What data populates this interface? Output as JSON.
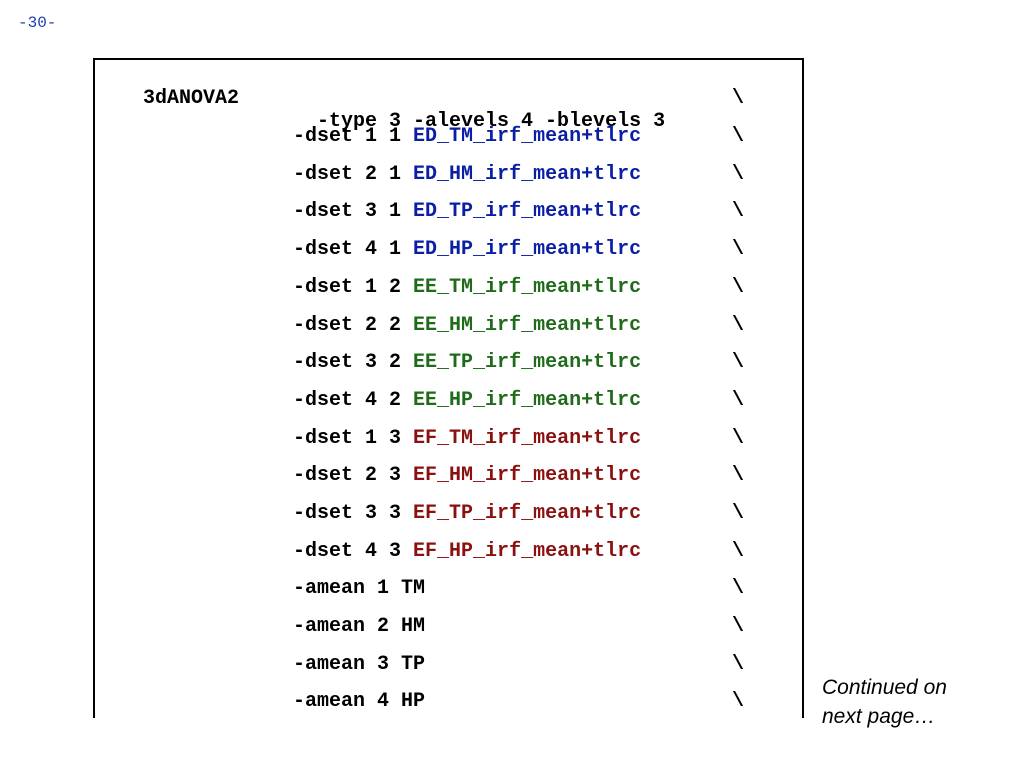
{
  "page_number": "-30-",
  "command": "3dANOVA2",
  "lines": [
    {
      "args": "-type 3 -alevels 4 -blevels 3",
      "dset": "",
      "color": "#000000",
      "cont": "\\"
    },
    {
      "args": "-dset 1 1",
      "dset": "ED_TM_irf_mean+tlrc",
      "color": "#0b1fa6",
      "cont": "\\"
    },
    {
      "args": "-dset 2 1",
      "dset": "ED_HM_irf_mean+tlrc",
      "color": "#0b1fa6",
      "cont": "\\"
    },
    {
      "args": "-dset 3 1",
      "dset": "ED_TP_irf_mean+tlrc",
      "color": "#0b1fa6",
      "cont": "\\"
    },
    {
      "args": "-dset 4 1",
      "dset": "ED_HP_irf_mean+tlrc",
      "color": "#0b1fa6",
      "cont": "\\"
    },
    {
      "args": "-dset 1 2",
      "dset": "EE_TM_irf_mean+tlrc",
      "color": "#1f6b1a",
      "cont": "\\"
    },
    {
      "args": "-dset 2 2",
      "dset": "EE_HM_irf_mean+tlrc",
      "color": "#1f6b1a",
      "cont": "\\"
    },
    {
      "args": "-dset 3 2",
      "dset": "EE_TP_irf_mean+tlrc",
      "color": "#1f6b1a",
      "cont": "\\"
    },
    {
      "args": "-dset 4 2",
      "dset": "EE_HP_irf_mean+tlrc",
      "color": "#1f6b1a",
      "cont": "\\"
    },
    {
      "args": "-dset 1 3",
      "dset": "EF_TM_irf_mean+tlrc",
      "color": "#8b1010",
      "cont": "\\"
    },
    {
      "args": "-dset 2 3",
      "dset": "EF_HM_irf_mean+tlrc",
      "color": "#8b1010",
      "cont": "\\"
    },
    {
      "args": "-dset 3 3",
      "dset": "EF_TP_irf_mean+tlrc",
      "color": "#8b1010",
      "cont": "\\"
    },
    {
      "args": "-dset 4 3",
      "dset": "EF_HP_irf_mean+tlrc",
      "color": "#8b1010",
      "cont": "\\"
    },
    {
      "args": "-amean 1 TM",
      "dset": "",
      "color": "#000000",
      "cont": "\\"
    },
    {
      "args": "-amean 2 HM",
      "dset": "",
      "color": "#000000",
      "cont": "\\"
    },
    {
      "args": "-amean 3 TP",
      "dset": "",
      "color": "#000000",
      "cont": "\\"
    },
    {
      "args": "-amean 4 HP",
      "dset": "",
      "color": "#000000",
      "cont": "\\"
    }
  ],
  "note_line1": "Continued on",
  "note_line2": "next page…"
}
